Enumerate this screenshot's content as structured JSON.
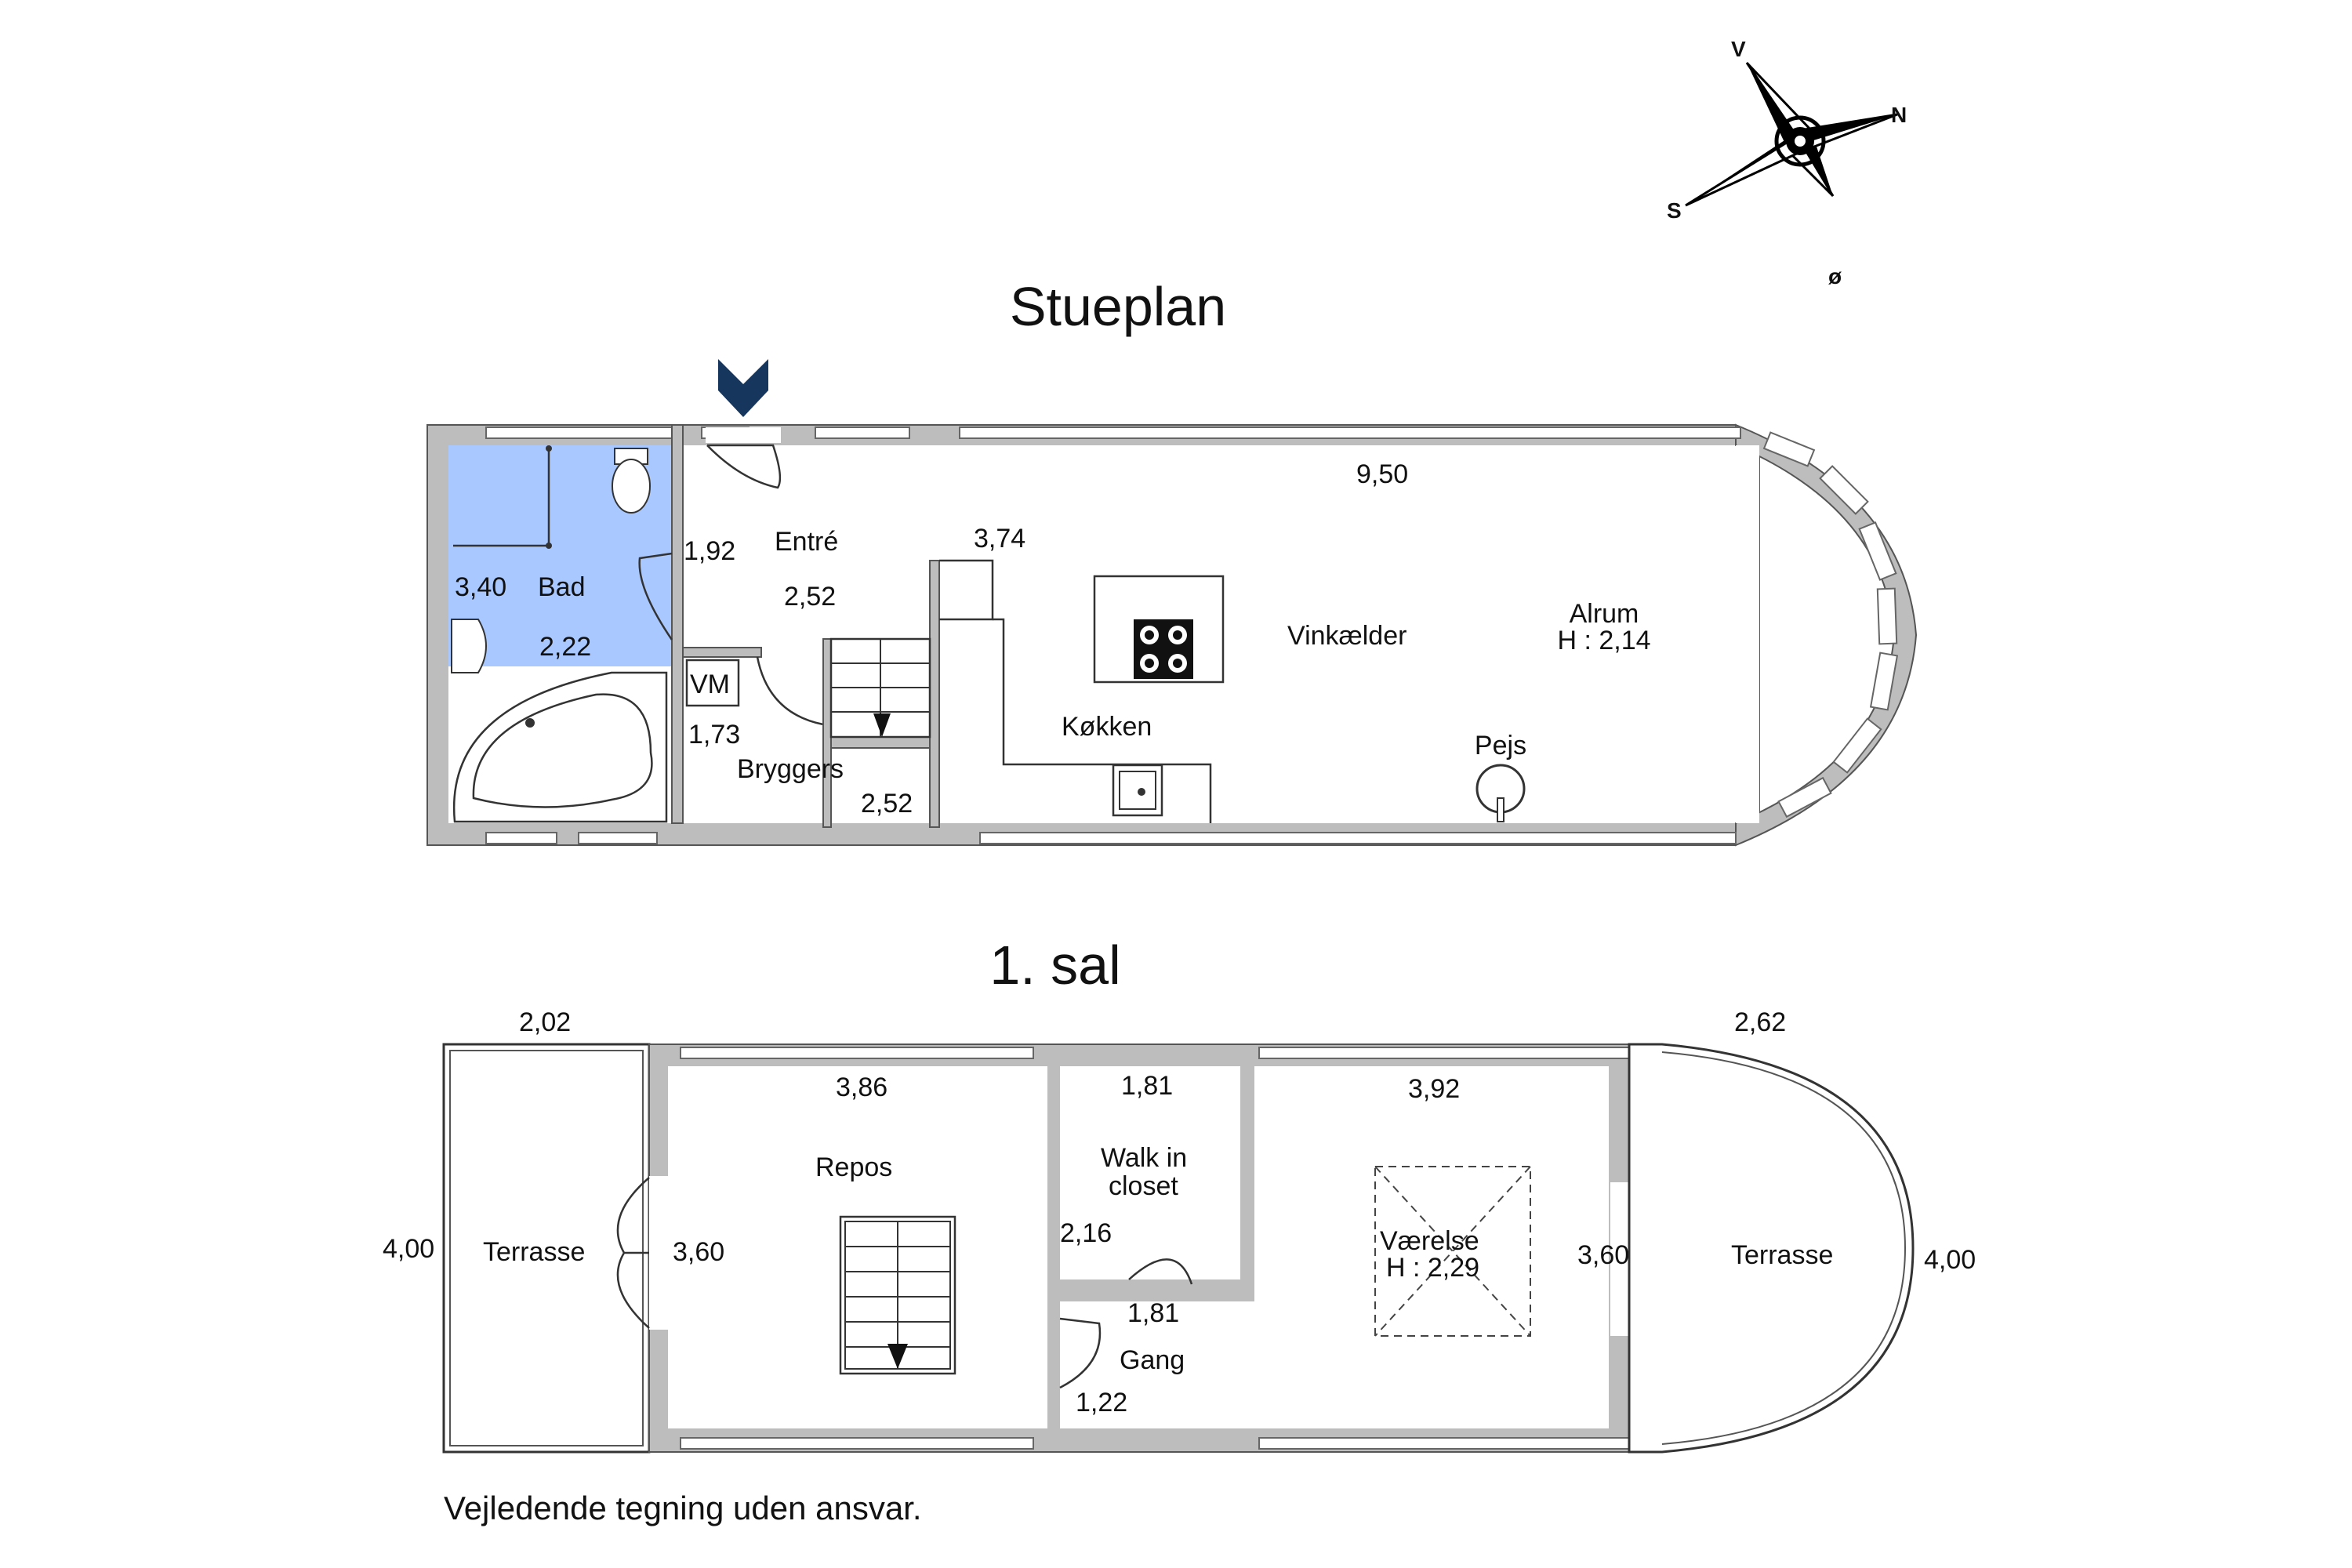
{
  "titles": {
    "ground_floor": "Stueplan",
    "first_floor": "1. sal"
  },
  "compass": {
    "n": "N",
    "s": "S",
    "v": "V",
    "o": "ø"
  },
  "ground": {
    "bad": "Bad",
    "bad_w": "3,40",
    "bad_d": "2,22",
    "entre": "Entré",
    "entre_w": "1,92",
    "entre_d": "2,52",
    "vm": "VM",
    "bryggers": "Bryggers",
    "bryggers_w": "1,73",
    "bryggers_d": "2,52",
    "stair_w": "3,74",
    "top_len": "9,50",
    "vinkaelder": "Vinkælder",
    "koekken": "Køkken",
    "alrum": "Alrum",
    "alrum_h": "H : 2,14",
    "pejs": "Pejs"
  },
  "first": {
    "terrasse_l": "Terrasse",
    "terrasse_l_w": "2,02",
    "terrasse_l_d": "4,00",
    "repos": "Repos",
    "repos_w": "3,86",
    "repos_d": "3,60",
    "walkin_1": "Walk in",
    "walkin_2": "closet",
    "walkin_w": "1,81",
    "walkin_d": "2,16",
    "gang": "Gang",
    "gang_w": "1,81",
    "gang_d": "1,22",
    "vaerelse": "Værelse",
    "vaerelse_h": "H : 2,29",
    "vaerelse_w": "3,92",
    "vaerelse_d": "3,60",
    "terrasse_r": "Terrasse",
    "terrasse_r_w": "2,62",
    "terrasse_r_d": "4,00"
  },
  "disclaimer": "Vejledende tegning uden ansvar.",
  "colors": {
    "bath_fill": "#a8c8ff",
    "entry_marker": "#17365d",
    "wall": "#bdbdbd"
  }
}
